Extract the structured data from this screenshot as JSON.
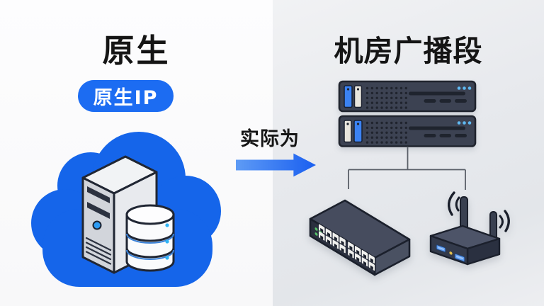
{
  "left": {
    "title": "原生",
    "badge": "原生IP"
  },
  "arrow": {
    "label": "实际为"
  },
  "right": {
    "title": "机房广播段"
  },
  "icons": {
    "cloud_server": "cloud-server-database-icon",
    "rack_servers": "rack-server-icon",
    "connector": "connector-lines",
    "switch": "network-switch-icon",
    "router": "wireless-router-icon",
    "arrow": "right-arrow-icon"
  },
  "colors": {
    "title_text": "#151515",
    "badge_bg": "#1c6cf2",
    "badge_text": "#ffffff",
    "cloud_blue": "#1565ea",
    "arrow_from": "#5e9bf5",
    "arrow_to": "#1a5ff0",
    "device_dark": "#3c4252",
    "device_outline": "#20242e",
    "bay_blue": "#3b82f2",
    "bay_white": "#e9e6de",
    "led_cyan": "#5fb9f2",
    "led_green": "#55c168",
    "connector_line": "#5a5f68"
  }
}
